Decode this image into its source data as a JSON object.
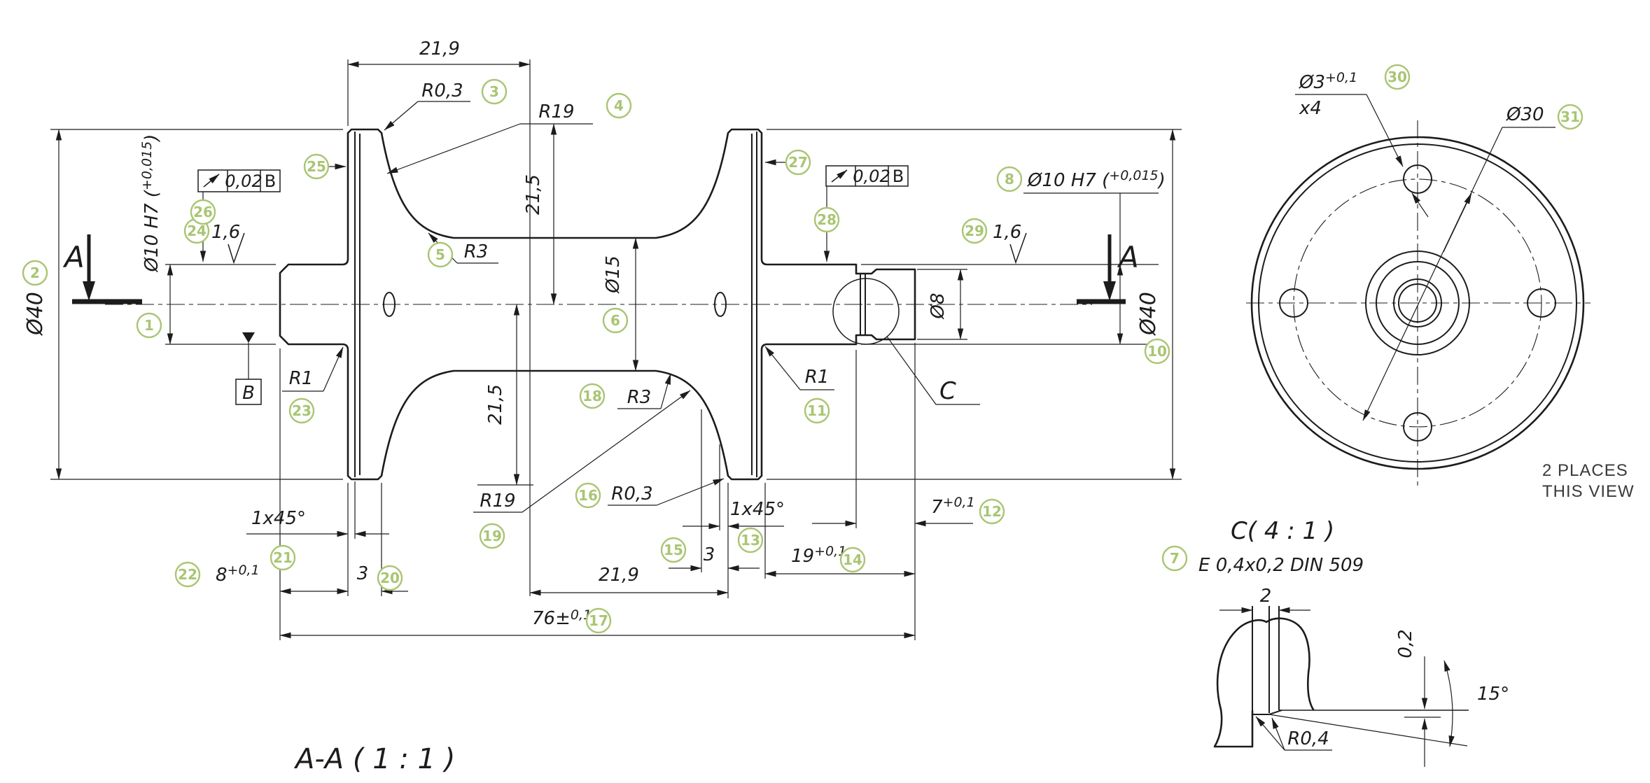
{
  "main": {
    "t219": "21,9",
    "r03": "R0,3",
    "r19": "R19",
    "t215": "21,5",
    "r3": "R3",
    "runout": "0,02",
    "datum": "B",
    "d10base": "Ø10 H7 (",
    "d10tol": "+0,015",
    "paren": ")",
    "rough": "1,6",
    "d40": "Ø40",
    "secA": "A",
    "d15": "Ø15",
    "d8": "Ø8",
    "r1": "R1",
    "detC": "C",
    "chamfer": "1x45°",
    "d8len": "8",
    "tol01": "+0,1",
    "t3": "3",
    "d19": "19",
    "d7": "7",
    "d76": "76±",
    "d76tol": "0,1",
    "title": "A-A ( 1 : 1 )"
  },
  "circ": {
    "d3": "Ø3",
    "d3tol": "+0,1",
    "x4": "x4",
    "d30": "Ø30",
    "note1": "2 PLACES",
    "note2": "THIS VIEW"
  },
  "detail": {
    "title": "C( 4 : 1 )",
    "undercut": "E 0,4x0,2 DIN 509",
    "t2": "2",
    "t02": "0,2",
    "a15": "15°",
    "r04": "R0,4"
  },
  "balloons": [
    "1",
    "2",
    "3",
    "4",
    "5",
    "6",
    "7",
    "8",
    "10",
    "11",
    "12",
    "13",
    "14",
    "15",
    "16",
    "17",
    "18",
    "19",
    "20",
    "21",
    "22",
    "23",
    "24",
    "25",
    "26",
    "27",
    "28",
    "29",
    "30",
    "31"
  ],
  "colors": {
    "line": "#1c1c1c",
    "balloon": "#a9c573"
  }
}
